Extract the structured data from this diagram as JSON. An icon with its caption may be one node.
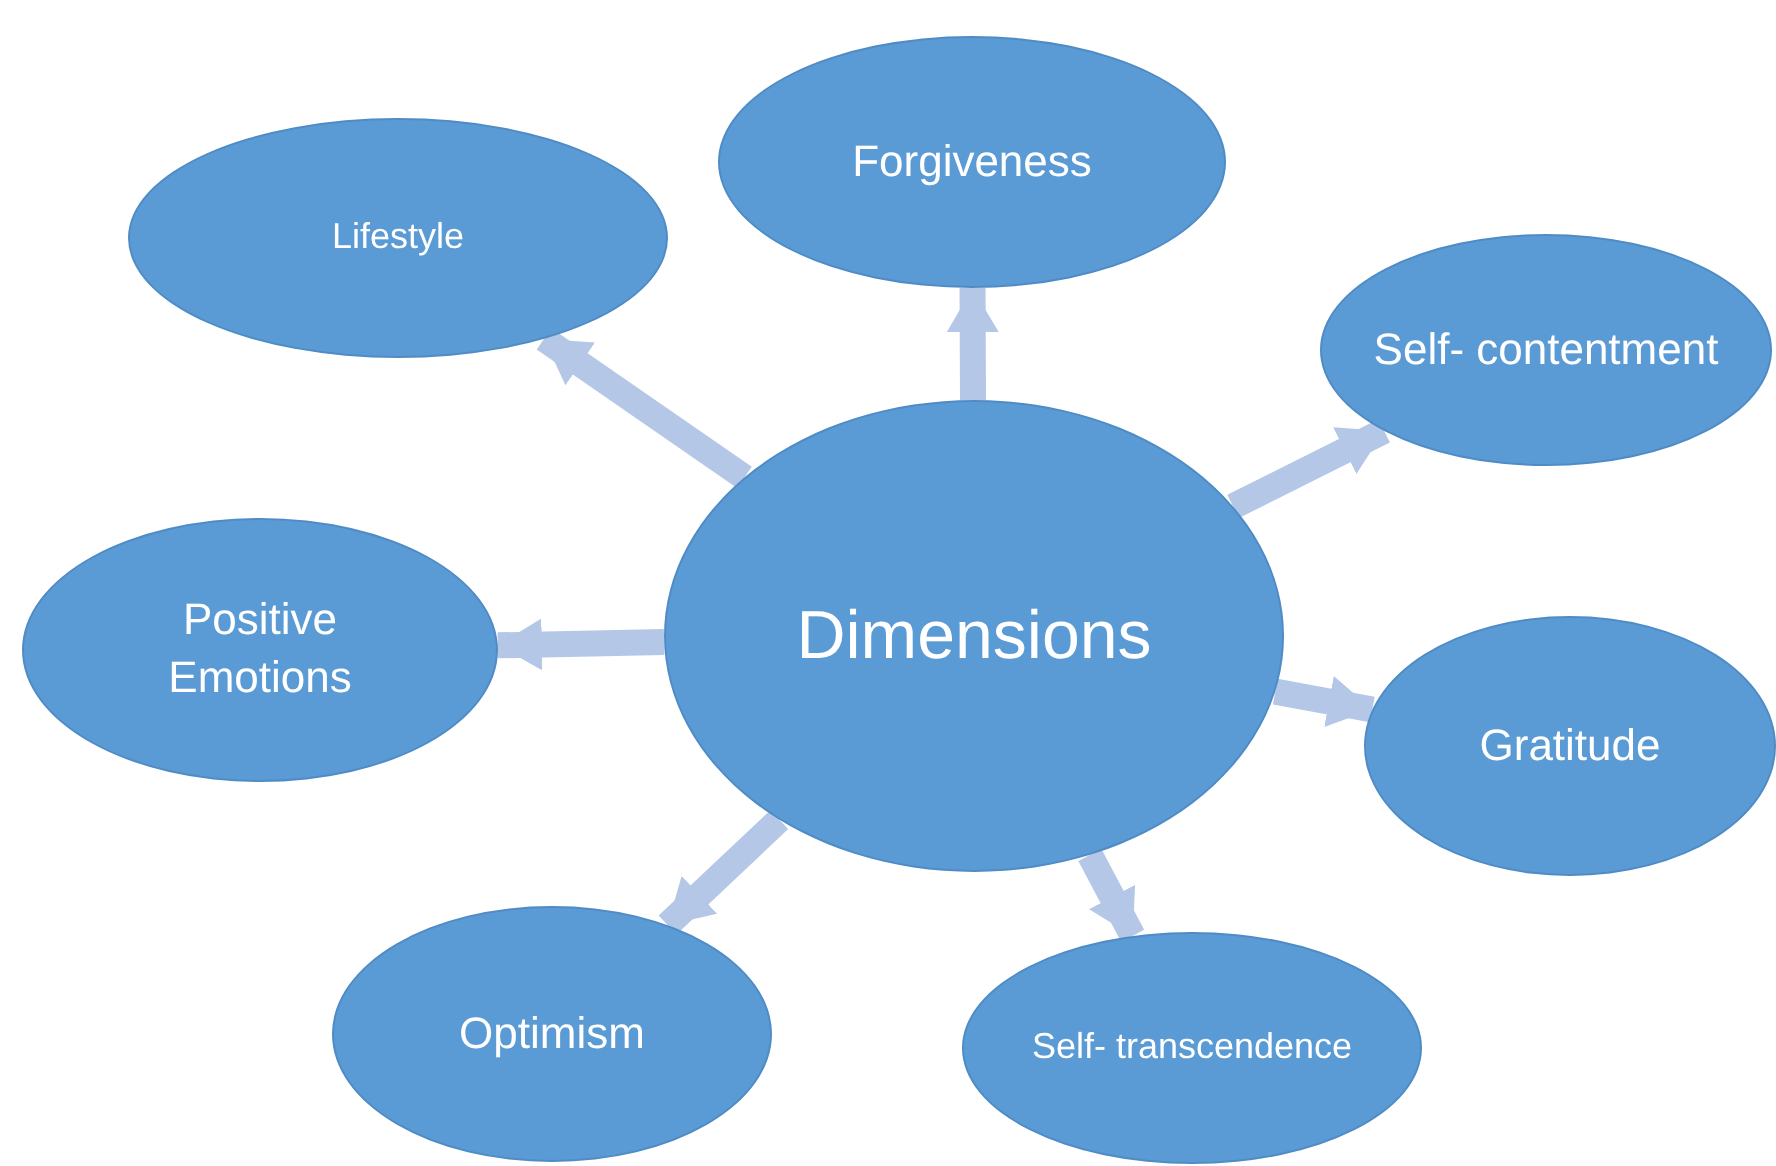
{
  "diagram": {
    "nodes": [
      {
        "text": [
          "Forgiveness"
        ]
      },
      {
        "text": [
          "Lifestyle"
        ]
      },
      {
        "text": [
          "Self- contentment"
        ]
      },
      {
        "text": [
          "Positive Emotions"
        ]
      },
      {
        "text": [
          "Dimensions"
        ]
      },
      {
        "text": [
          "Gratitude"
        ]
      },
      {
        "text": [
          "Optimism"
        ]
      },
      {
        "text": [
          "Self- transcendence"
        ]
      }
    ],
    "edges": [
      {
        "from": 4,
        "to": 0,
        "arrow": "to"
      },
      {
        "from": 4,
        "to": 1,
        "arrow": "to"
      },
      {
        "from": 4,
        "to": 2,
        "arrow": "to"
      },
      {
        "from": 4,
        "to": 3,
        "arrow": "to"
      },
      {
        "from": 4,
        "to": 5,
        "arrow": "to"
      },
      {
        "from": 4,
        "to": 6,
        "arrow": "to"
      },
      {
        "from": 4,
        "to": 7,
        "arrow": "to"
      }
    ]
  }
}
